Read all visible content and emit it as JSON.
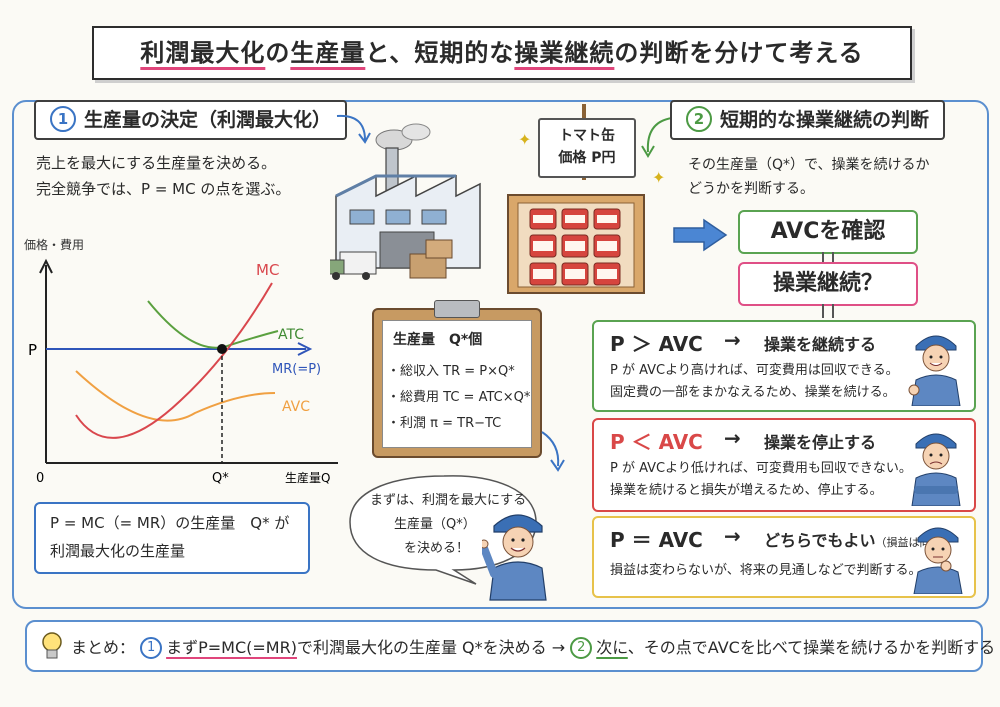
{
  "title": {
    "p1": "利潤最大化",
    "p2": "の",
    "p3": "生産量",
    "p4": "と、短期的な",
    "p5": "操業継続",
    "p6": "の判断を分けて考える"
  },
  "section1": {
    "num": "1",
    "label": "生産量の決定（利潤最大化）",
    "line1": "売上を最大にする生産量を決める。",
    "line2": "完全競争では、P = MC の点を選ぶ。"
  },
  "graph": {
    "ylabel": "価格・費用",
    "xlabel": "生産量Q",
    "origin": "0",
    "p_label": "P",
    "q_label": "Q*",
    "mc_label": "MC",
    "atc_label": "ATC",
    "avc_label": "AVC",
    "mr_label": "MR(=P)",
    "colors": {
      "mc": "#d9474d",
      "atc": "#5aa03f",
      "avc": "#f0a042",
      "mr": "#2f55b9"
    }
  },
  "result_box": {
    "line1": "P = MC（= MR）の生産量　Q* が",
    "line2": "利潤最大化の生産量"
  },
  "sign": {
    "line1": "トマト缶",
    "line2": "価格 P円"
  },
  "clipboard": {
    "head": "生産量　Q*個",
    "rows": [
      {
        "bullet": "・総収入",
        "formula": "TR = P×Q*"
      },
      {
        "bullet": "・総費用",
        "formula": "TC = ATC×Q*"
      },
      {
        "bullet": "・利潤",
        "formula": "π = TR−TC"
      }
    ]
  },
  "bubble": {
    "line1": "まずは、利潤を最大にする",
    "line2": "生産量（Q*）",
    "line3": "を決める！"
  },
  "section2": {
    "num": "2",
    "label": "短期的な操業継続の判断",
    "line1": "その生産量（Q*）で、操業を続けるか",
    "line2": "どうかを判断する。"
  },
  "avc_check": "AVCを確認",
  "continue_q": "操業継続？",
  "cases": [
    {
      "cond": "P ＞ AVC",
      "arrow": "→",
      "result": "操業を継続する",
      "note": "",
      "desc1": "P が AVCより高ければ、可変費用は回収できる。",
      "desc2": "固定費の一部をまかなえるため、操業を続ける。"
    },
    {
      "cond": "P ＜ AVC",
      "arrow": "→",
      "result": "操業を停止する",
      "note": "",
      "desc1": "P が AVCより低ければ、可変費用も回収できない。",
      "desc2": "操業を続けると損失が増えるため、停止する。"
    },
    {
      "cond": "P ＝ AVC",
      "arrow": "→",
      "result": "どちらでもよい",
      "note": "（損益は同じ）",
      "desc1": "損益は変わらないが、将来の見通しなどで判断する。",
      "desc2": ""
    }
  ],
  "summary": {
    "prefix": "まとめ：",
    "n1": "1",
    "t1": "まずP=MC(=MR)",
    "t2": "で利潤最大化の生産量 Q*を決める →",
    "n2": "2",
    "t3": "次に",
    "t4": "、その点でAVCを比べて操業を続けるかを判断する"
  }
}
